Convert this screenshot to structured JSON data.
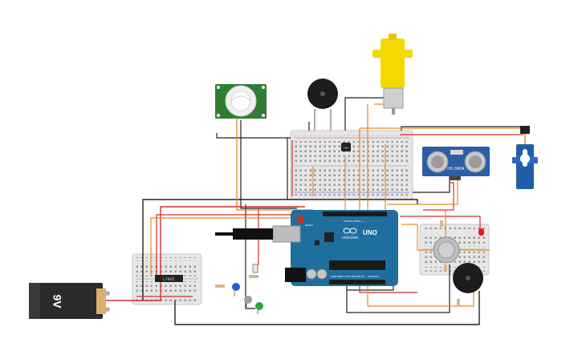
{
  "circuit": {
    "battery": {
      "label": "9V",
      "color": "#2b2b2b"
    },
    "regulator": {
      "label": "L7805"
    },
    "arduino": {
      "brand": "ARDUINO",
      "model": "UNO",
      "reset_label": "RESET",
      "power_labels": "IOREF RESET 3.3V 5V GND GND VIN",
      "analog_label": "ANALOG IN",
      "digital_label": "DIGITAL (PWM ~)",
      "analog_pins": "A0 A1 A2 A3 A4 A5",
      "color": "#1f6f9e"
    },
    "ultrasonic": {
      "label": "HC-SR04",
      "color": "#2a5ea8"
    },
    "transistor": {
      "label": "TMP"
    },
    "wire_colors": {
      "red": "#d32f2f",
      "black": "#222222",
      "orange": "#e88a1a"
    },
    "breadboard_color": "#e8e8e8",
    "pir_board_color": "#2e7d32",
    "motor_color": "#f5d800",
    "servo_color": "#1f5fa8",
    "led_colors": {
      "blue": "#1e5fd0",
      "gray": "#9e9e9e",
      "green": "#1faa3a",
      "red": "#e02020"
    }
  }
}
